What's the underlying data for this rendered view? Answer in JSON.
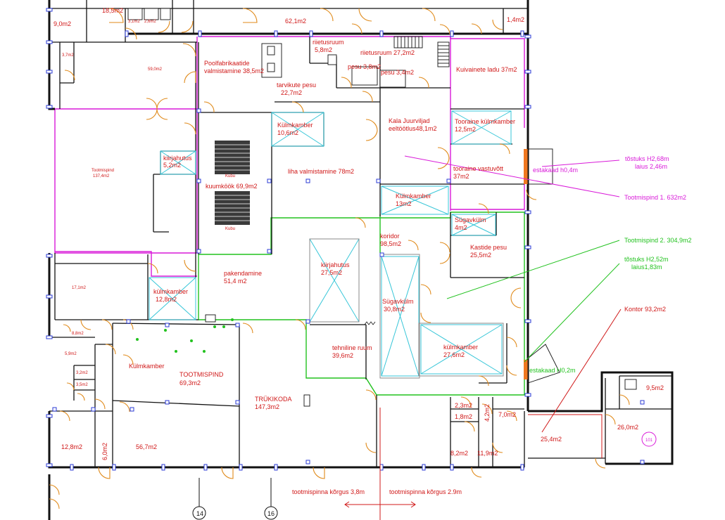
{
  "rooms": [
    {
      "id": "r1",
      "text": "18,5m2"
    },
    {
      "id": "r2",
      "text": "9,0m2"
    },
    {
      "id": "r3",
      "text": "3,1m2"
    },
    {
      "id": "r4",
      "text": "2,6m2"
    },
    {
      "id": "r5",
      "text": "62,1m2"
    },
    {
      "id": "r6",
      "text": "1,4m2"
    },
    {
      "id": "r7",
      "text": "3,7m2"
    },
    {
      "id": "r8",
      "text": "59,0m2"
    },
    {
      "id": "r9a",
      "text": "Poolfabrikaatide"
    },
    {
      "id": "r9b",
      "text": "valmistamine 38,5m2"
    },
    {
      "id": "r10a",
      "text": "riietusruum"
    },
    {
      "id": "r10b",
      "text": "5,8m2"
    },
    {
      "id": "r11",
      "text": "riietusruum 27,2m2"
    },
    {
      "id": "r12",
      "text": "pesu 3,8m2"
    },
    {
      "id": "r13",
      "text": "pesu 3,4m2"
    },
    {
      "id": "r14",
      "text": "Kuivainete ladu 37m2"
    },
    {
      "id": "r15a",
      "text": "tarvikute pesu"
    },
    {
      "id": "r15b",
      "text": "22,7m2"
    },
    {
      "id": "r16a",
      "text": "Tootmispind"
    },
    {
      "id": "r16b",
      "text": "137,4m2"
    },
    {
      "id": "r17a",
      "text": "Külmkamber"
    },
    {
      "id": "r17b",
      "text": "10,6m2"
    },
    {
      "id": "r18a",
      "text": "Kala Juurviljad"
    },
    {
      "id": "r18b",
      "text": "eeltöötlus48,1m2"
    },
    {
      "id": "r19a",
      "text": "Tooraine külmkamber"
    },
    {
      "id": "r19b",
      "text": "12,5m2"
    },
    {
      "id": "r20a",
      "text": "kiirjahutus"
    },
    {
      "id": "r20b",
      "text": "5,2m2"
    },
    {
      "id": "r21",
      "text": "kuumköök 69,9m2"
    },
    {
      "id": "r22",
      "text": "liha valmistamine 78m2"
    },
    {
      "id": "r23a",
      "text": "tooraine vastuvõtt"
    },
    {
      "id": "r23b",
      "text": "37m2"
    },
    {
      "id": "r24a",
      "text": "Külmkamber"
    },
    {
      "id": "r24b",
      "text": "13m2"
    },
    {
      "id": "r25a",
      "text": "Sügavkülm"
    },
    {
      "id": "r25b",
      "text": "4m2"
    },
    {
      "id": "r26a",
      "text": "koridor"
    },
    {
      "id": "r26b",
      "text": "98,5m2"
    },
    {
      "id": "r27a",
      "text": "Kastide pesu"
    },
    {
      "id": "r27b",
      "text": "25,5m2"
    },
    {
      "id": "r28a",
      "text": "kiirjahutus"
    },
    {
      "id": "r28b",
      "text": "27,5m2"
    },
    {
      "id": "r29a",
      "text": "pakendamine"
    },
    {
      "id": "r29b",
      "text": "51,4 m2"
    },
    {
      "id": "r30",
      "text": "17,1m2"
    },
    {
      "id": "r31a",
      "text": "külmkamber"
    },
    {
      "id": "r31b",
      "text": "12,8m2"
    },
    {
      "id": "r32a",
      "text": "Sügavkülm"
    },
    {
      "id": "r32b",
      "text": "30,8m2"
    },
    {
      "id": "r33",
      "text": "8,8m2"
    },
    {
      "id": "r34",
      "text": "5,9m2"
    },
    {
      "id": "r35a",
      "text": "tehniline ruum"
    },
    {
      "id": "r35b",
      "text": "39,6m2"
    },
    {
      "id": "r36a",
      "text": "külmkamber"
    },
    {
      "id": "r36b",
      "text": "27,6m2"
    },
    {
      "id": "r37",
      "text": "Külmkamber"
    },
    {
      "id": "r38a",
      "text": "TOOTMISPIND"
    },
    {
      "id": "r38b",
      "text": "69,3m2"
    },
    {
      "id": "r39",
      "text": "3,2m2"
    },
    {
      "id": "r40",
      "text": "3,5m2"
    },
    {
      "id": "r41a",
      "text": "TRÜKIKODA"
    },
    {
      "id": "r41b",
      "text": "147,3m2"
    },
    {
      "id": "r42",
      "text": "2,3m2"
    },
    {
      "id": "r43",
      "text": "1,8m2"
    },
    {
      "id": "r44",
      "text": "4,2m2"
    },
    {
      "id": "r45",
      "text": "7,0m2"
    },
    {
      "id": "r46",
      "text": "9,5m2"
    },
    {
      "id": "r47",
      "text": "26,0m2"
    },
    {
      "id": "r48",
      "text": "12,8m2"
    },
    {
      "id": "r49",
      "text": "6,0m2"
    },
    {
      "id": "r50",
      "text": "56,7m2"
    },
    {
      "id": "r51",
      "text": "8,2m2"
    },
    {
      "id": "r52",
      "text": "11,9m2"
    },
    {
      "id": "r53",
      "text": "25,4m2"
    }
  ],
  "small_labels": {
    "kubu1": "Kubu",
    "kubu2": "Kubu",
    "room101": "101"
  },
  "annotations": {
    "tostuks1_a": "tõstuks H2,68m",
    "tostuks1_b": "laius 2,46m",
    "estakaad1": "estakaad h0,4m",
    "tootmispind1": "Tootmispind 1.   632m2",
    "tootmispind2": "Tootmispind 2.  304,9m2",
    "tostuks2_a": "tõstuks H2,52m",
    "tostuks2_b": "laius1,83m",
    "kontor": "Kontor 93,2m2",
    "estakaad2": "estakaad H0,2m",
    "korgus_left": "tootmispinna kõrgus 3,8m",
    "korgus_right": "tootmispinna kõrgus 2.9m"
  },
  "axes": {
    "a14": "14",
    "a16": "16"
  },
  "colors": {
    "room_label": "#d01818",
    "pink_zone": "#d91ad9",
    "green_zone": "#22c21f",
    "cooling_room": "#37c6d8",
    "door": "#e08a1a",
    "window": "#2b3bd6",
    "loading_dock": "#f07820"
  }
}
